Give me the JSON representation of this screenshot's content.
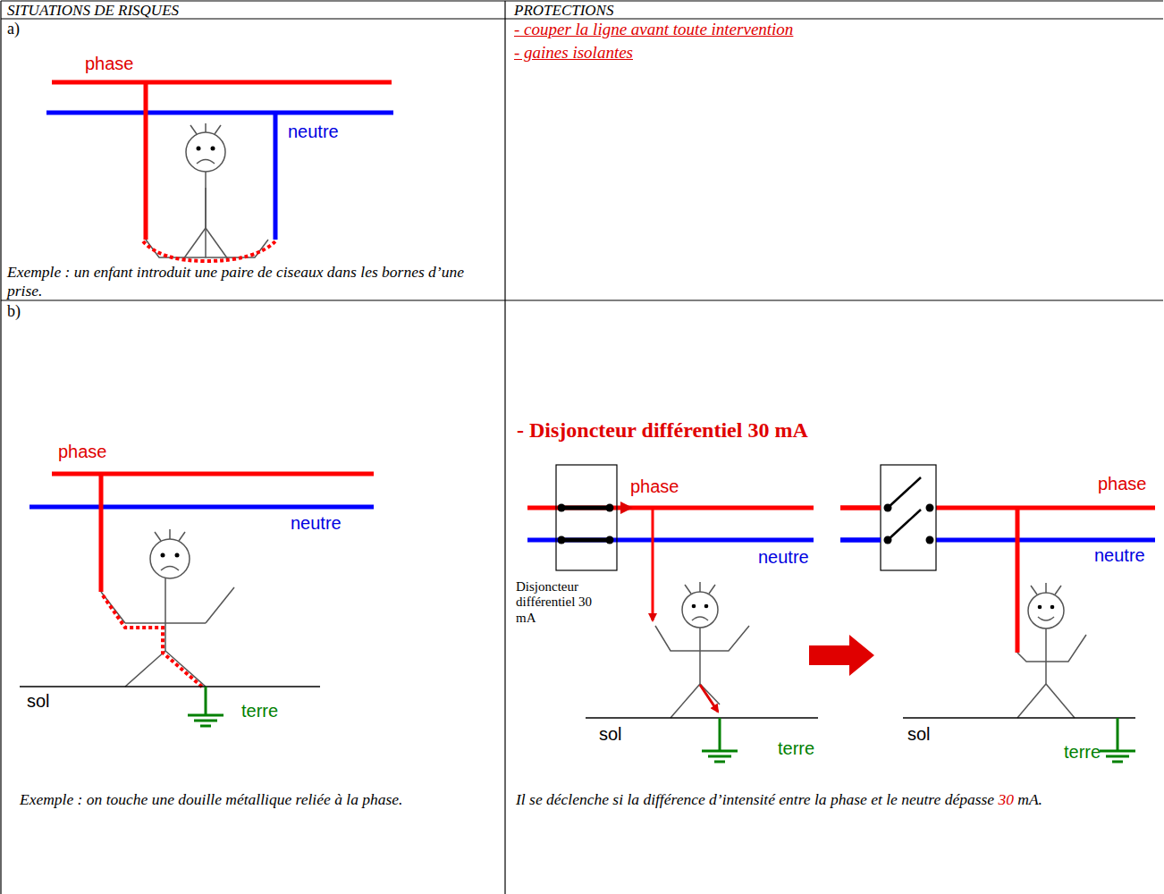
{
  "diagram": {
    "labels": [
      "SITUATIONS DE RISQUES",
      "PROTECTIONS",
      "a)",
      "phase",
      "neutre",
      "Exemple : un enfant introduit une paire de ciseaux dans les bornes d’une prise.",
      "- couper la ligne avant toute intervention",
      "- gaines isolantes",
      "b)",
      "phase",
      "neutre",
      "sol",
      "terre",
      "Exemple : on touche une douille métallique reliée à la phase.",
      "- Disjoncteur différentiel 30 mA",
      "phase",
      "neutre",
      "Disjoncteur différentiel 30 mA",
      "sol",
      "terre",
      "phase",
      "neutre",
      "sol",
      "terre",
      "Il se déclenche si la différence d’intensité entre la phase et le neutre dépasse",
      "30",
      "mA."
    ]
  }
}
